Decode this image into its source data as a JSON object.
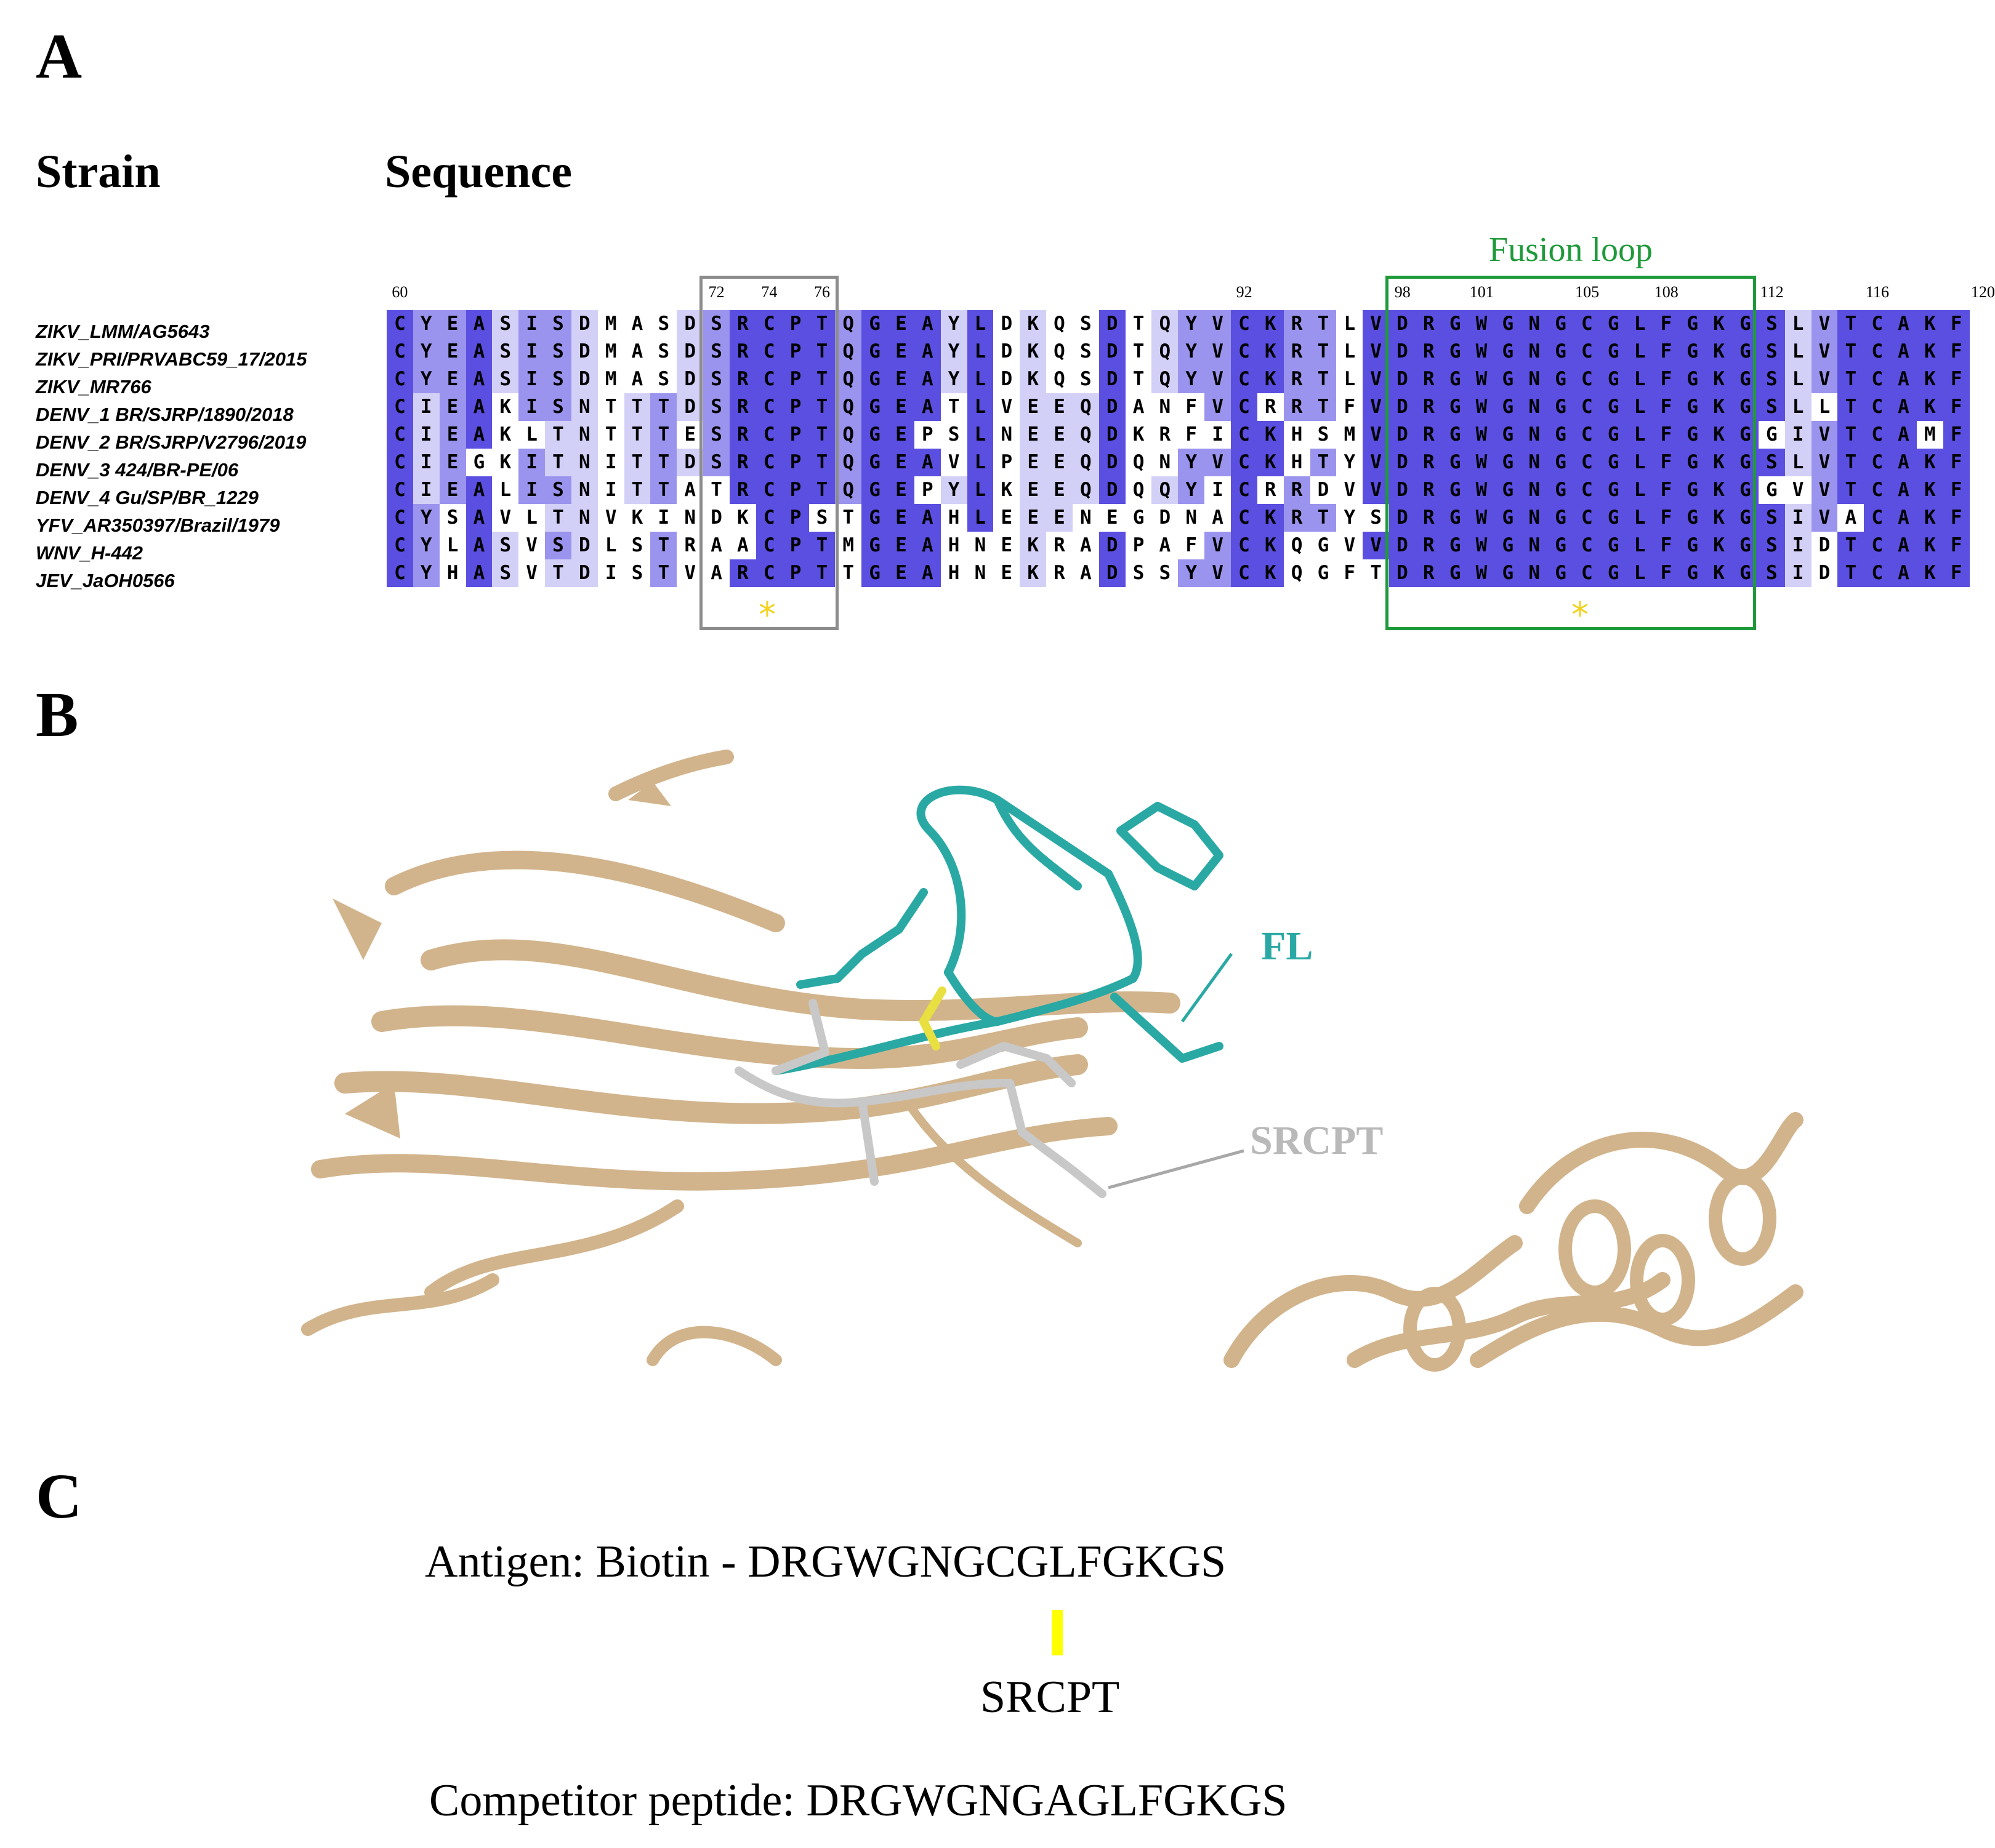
{
  "panel_a": {
    "letter": "A",
    "strain_header": "Strain",
    "sequence_header": "Sequence",
    "fusion_loop_label": "Fusion loop",
    "position_numbers": [
      "60",
      "72",
      "74",
      "76",
      "92",
      "98",
      "101",
      "105",
      "108",
      "112",
      "116",
      "120"
    ],
    "marker_symbol": "*",
    "strains": [
      "ZIKV_LMM/AG5643",
      "ZIKV_PRI/PRVABC59_17/2015",
      "ZIKV_MR766",
      "DENV_1 BR/SJRP/1890/2018",
      "DENV_2 BR/SJRP/V2796/2019",
      "DENV_3 424/BR-PE/06",
      "DENV_4 Gu/SP/BR_1229",
      "YFV_AR350397/Brazil/1979",
      "WNV_H-442",
      "JEV_JaOH0566"
    ],
    "sequences": [
      "CYEASISDMASDSRCPTQGEAYLDKQSDTQYVCKRTLVDRGWGNGCGLFGKGSLVTCAKF",
      "CYEASISDMASDSRCPTQGEAYLDKQSDTQYVCKRTLVDRGWGNGCGLFGKGSLVTCAKF",
      "CYEASISDMASDSRCPTQGEAYLDKQSDTQYVCKRTLVDRGWGNGCGLFGKGSLVTCAKF",
      "CIEAKISNTTTDSRCPTQGEATLVEEQDANFVCRRTFVDRGWGNGCGLFGKGSLLTCAKF",
      "CIEAKLTNTTTESRCPTQGEPSLNEEQDKRFICKHSMVDRGWGNGCGLFGKGGIVTCAMF",
      "CIEGKITNITTDSRCPTQGEAVLPEEQDQNYVCKHTYVDRGWGNGCGLFGKGSLVTCAKF",
      "CIEALISNITTATRCPTQGEPYLKEEQDQQYICRRDVVDRGWGNGCGLFGKGGVVTCAKF",
      "CYSAVLTNVKINDKCPSTGEAHLEEENEGDNACKRTYSDRGWGNGCGLFGKGSIVACAKF",
      "CYLASVSDLSTRAACPTMGEAHNEKRADPAFVCKQGVVDRGWGNGCGLFGKGSIDTCAKF",
      "CYHASVTDISTVARCPTTGEAHNEKRADSSYVCKQGFTDRGWGNGCGLFGKGSIDTCAKF"
    ],
    "colors": {
      "identity_high": "#5a4fe0",
      "identity_mid": "#9b94ee",
      "identity_low": "#d3d0f8",
      "box_gray": "#8c8c8c",
      "box_green": "#1f9a3a",
      "star": "#f3d21a"
    }
  },
  "panel_b": {
    "letter": "B",
    "fl_label": "FL",
    "srcpt_label": "SRCPT",
    "colors": {
      "ribbon": "#d2b48c",
      "fl": "#2aa9a4",
      "srcpt": "#c8c8c8"
    }
  },
  "panel_c": {
    "letter": "C",
    "antigen_line": "Antigen: Biotin - DRGWGNGCGLFGKGS",
    "srcpt_label": "SRCPT",
    "competitor_line": "Competitor peptide:  DRGWGNGAGLFGKGS",
    "bar_color": "#ffff00"
  }
}
